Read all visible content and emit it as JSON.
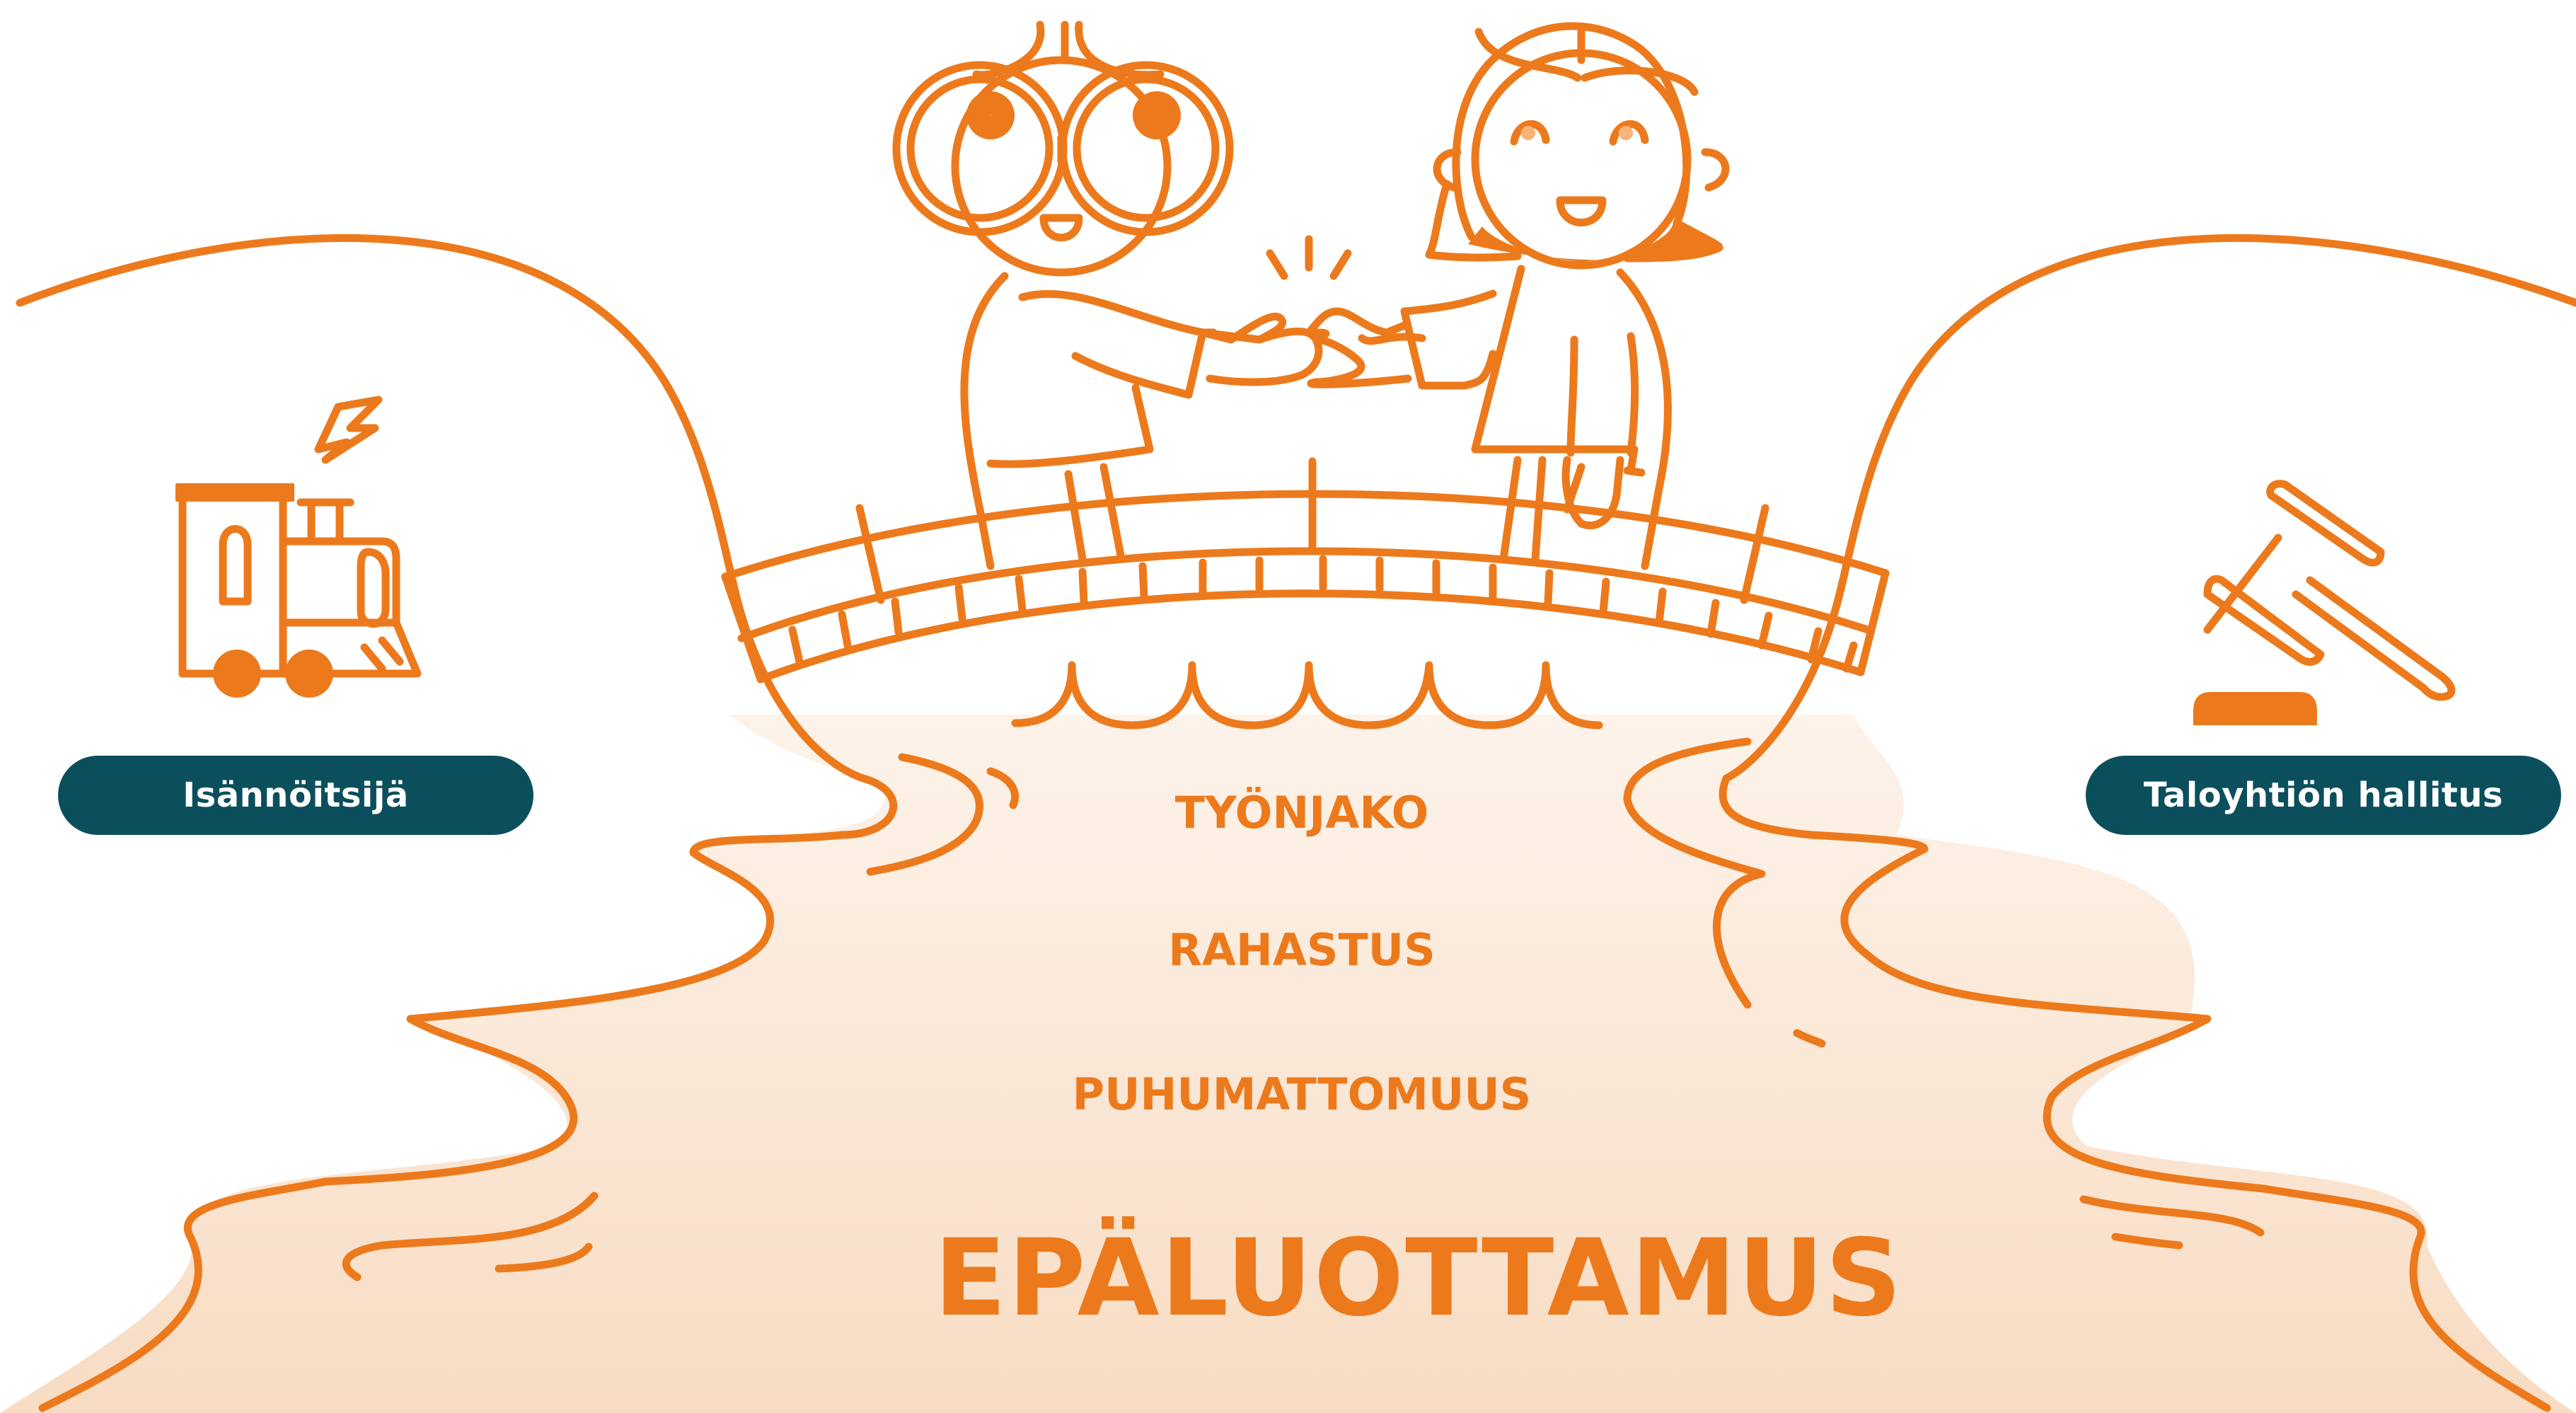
{
  "colors": {
    "accent": "#ec7a1c",
    "pill": "#0b4f5c",
    "river_top": "#fdf3ea",
    "river_bottom": "#f8dcc3"
  },
  "left_label": "Isännöitsijä",
  "right_label": "Taloyhtiön hallitus",
  "river_words": [
    "TYÖNJAKO",
    "RAHASTUS",
    "PUHUMATTOMUUS"
  ],
  "headline": "EPÄLUOTTAMUS",
  "icons": [
    "train-icon",
    "gavel-icon"
  ]
}
